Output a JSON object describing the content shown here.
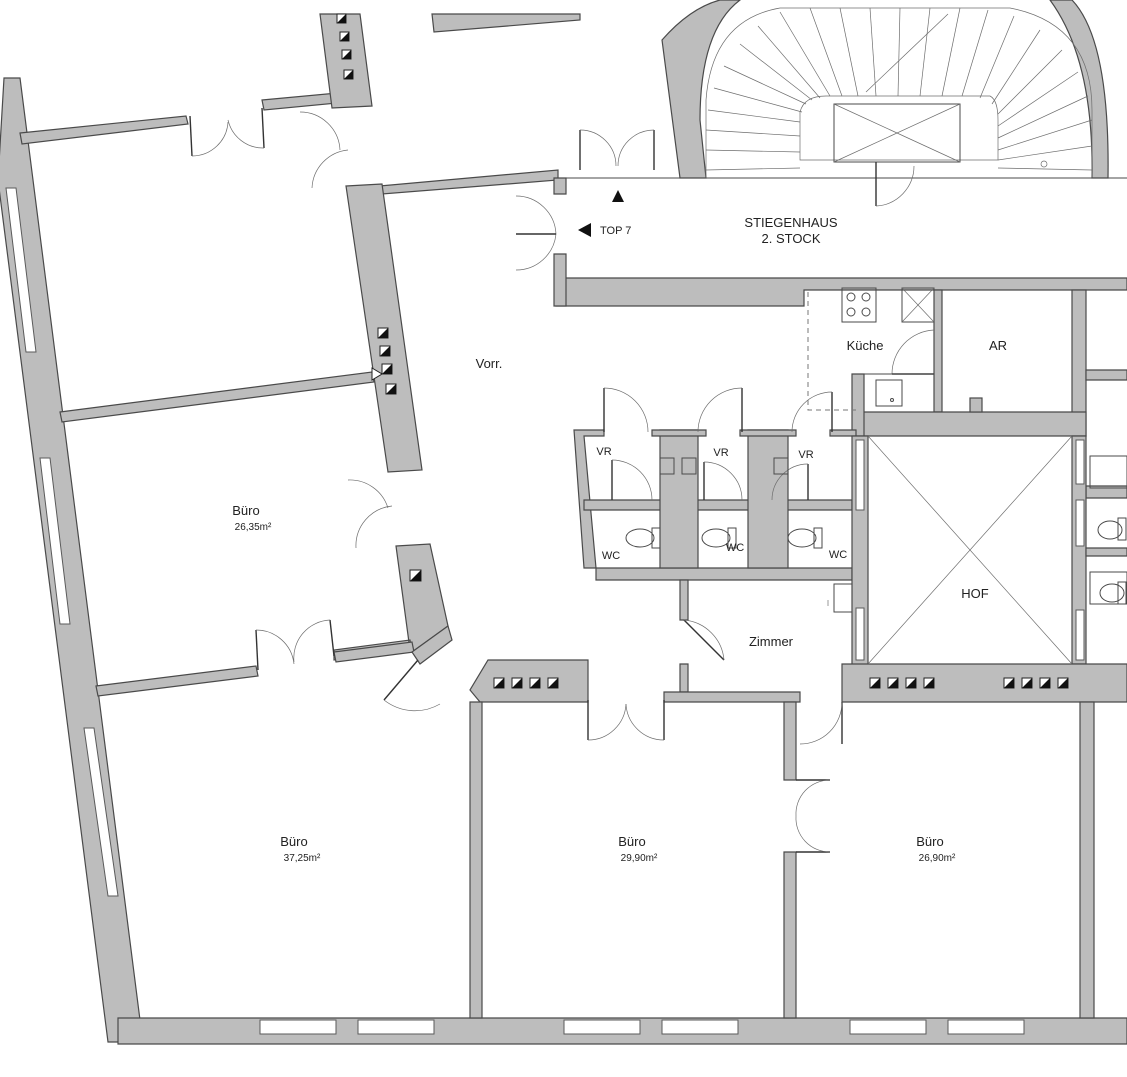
{
  "plan": {
    "stair": {
      "title": "STIEGENHAUS",
      "subtitle": "2. STOCK"
    },
    "entrance_label": "TOP 7",
    "rooms": {
      "vorr": {
        "name": "Vorr."
      },
      "kueche": {
        "name": "Küche"
      },
      "ar": {
        "name": "AR"
      },
      "hof": {
        "name": "HOF"
      },
      "zimmer": {
        "name": "Zimmer"
      },
      "vr1": {
        "name": "VR"
      },
      "vr2": {
        "name": "VR"
      },
      "vr3": {
        "name": "VR"
      },
      "wc1": {
        "name": "WC"
      },
      "wc2": {
        "name": "WC"
      },
      "wc3": {
        "name": "WC"
      },
      "buero_upper_left": {
        "name": "Büro",
        "area": "26,35m²"
      },
      "buero_lower_left": {
        "name": "Büro",
        "area": "37,25m²"
      },
      "buero_lower_mid": {
        "name": "Büro",
        "area": "29,90m²"
      },
      "buero_lower_right": {
        "name": "Büro",
        "area": "26,90m²"
      }
    },
    "colors": {
      "wall_fill": "#bdbdbd",
      "line": "#4a4a4a"
    }
  }
}
